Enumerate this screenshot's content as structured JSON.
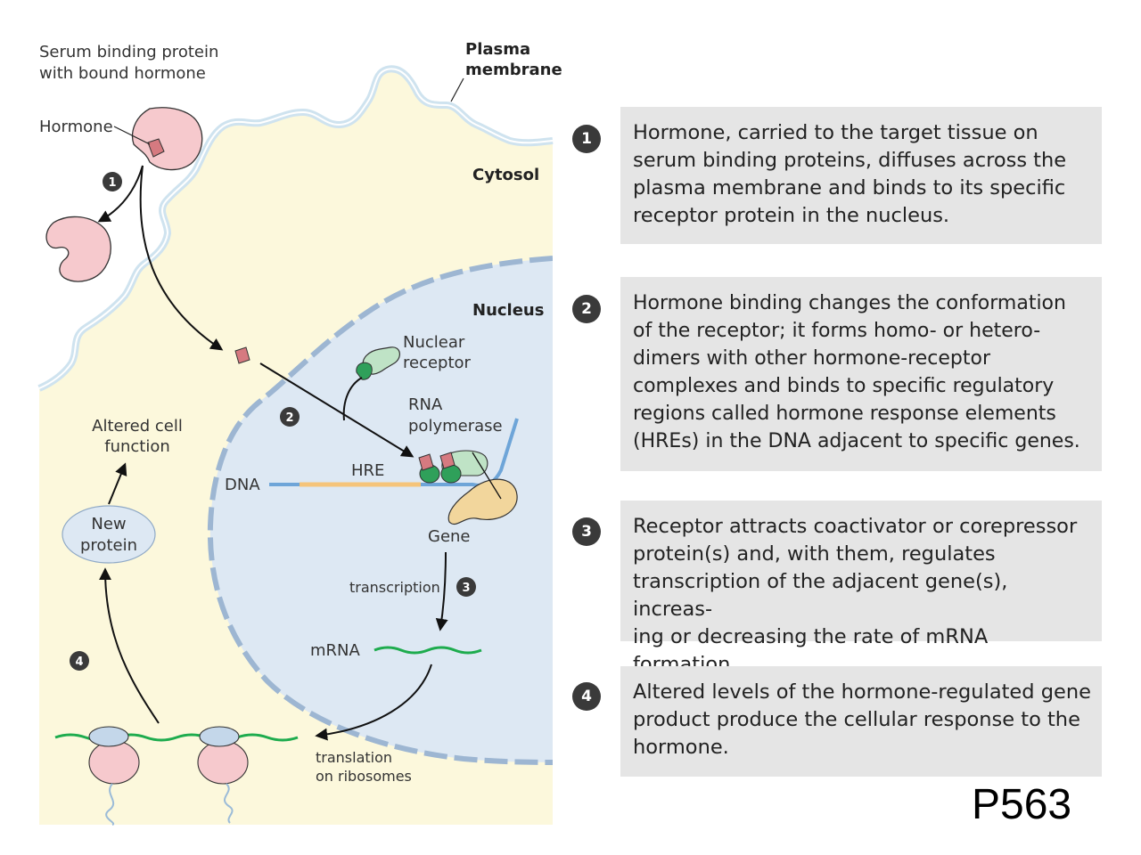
{
  "diagram": {
    "labels": {
      "serum_line1": "Serum binding protein",
      "serum_line2": "with bound hormone",
      "hormone": "Hormone",
      "plasma_line1": "Plasma",
      "plasma_line2": "membrane",
      "cytosol": "Cytosol",
      "nucleus": "Nucleus",
      "nuclear_line1": "Nuclear",
      "nuclear_line2": "receptor",
      "rna_line1": "RNA",
      "rna_line2": "polymerase",
      "dna": "DNA",
      "hre": "HRE",
      "gene": "Gene",
      "transcription": "transcription",
      "mrna": "mRNA",
      "altered_line1": "Altered cell",
      "altered_line2": "function",
      "new_line1": "New",
      "new_line2": "protein",
      "translation_line1": "translation",
      "translation_line2": "on ribosomes"
    },
    "markers": [
      "1",
      "2",
      "3",
      "4"
    ]
  },
  "steps": [
    {
      "number": "1",
      "lines": [
        "Hormone, carried to the target tissue on",
        "serum binding proteins, diffuses across the",
        "plasma membrane and binds to its specific",
        "receptor protein in the nucleus."
      ]
    },
    {
      "number": "2",
      "lines": [
        "Hormone binding changes the conformation",
        "of the receptor; it forms homo- or hetero-",
        "dimers with other hormone-receptor",
        "complexes and binds to specific regulatory",
        "regions called hormone response elements",
        "(HREs) in the DNA adjacent to specific genes."
      ]
    },
    {
      "number": "3",
      "lines": [
        "Receptor attracts coactivator or corepressor",
        "protein(s) and, with them, regulates",
        "transcription of the adjacent gene(s), increas-",
        "ing or decreasing the rate of mRNA formation."
      ]
    },
    {
      "number": "4",
      "lines": [
        "Altered levels of the hormone-regulated gene",
        "product produce the cellular response to the",
        "hormone."
      ]
    }
  ],
  "page_label": "P563",
  "colors": {
    "cytosol": "#fcf8dc",
    "membrane": "#cfe3ef",
    "nucleus_fill": "#dde8f3",
    "nucleus_border": "#9db6d2",
    "binding_protein": "#f6c9cd",
    "hormone": "#d67a80",
    "receptor": "#2fa05a",
    "mrna": "#1eac4e",
    "dna_hre": "#f5c47a",
    "dna_strand": "#6ea5d8",
    "polymerase": "#f2d69c",
    "step_box": "#e5e5e5"
  }
}
